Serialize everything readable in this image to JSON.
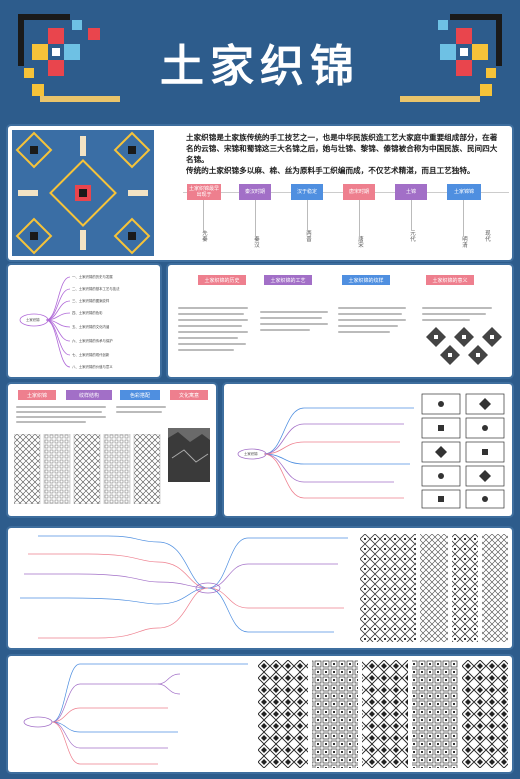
{
  "header": {
    "title": "土家织锦",
    "bg_color": "#2d5c8c"
  },
  "intro": {
    "paragraph": "土家织锦是土家族传统的手工技艺之一，也是中华民族织造工艺大家庭中重要组成部分，在著名的云锦、宋锦和蜀锦这三大名锦之后，她与壮锦、黎锦、傣锦被合称为中国民族、民间四大名锦。",
    "paragraph2": "传统的土家织锦多以麻、棉、丝为原料手工织编而成，不仅艺术精湛，而且工艺独特。"
  },
  "timeline": {
    "boxes": [
      {
        "label": "土家织锦最早出现于",
        "color": "#ee7f8e"
      },
      {
        "label": "秦汉时期",
        "color": "#a26fc7"
      },
      {
        "label": "汉于稳定",
        "color": "#4f8fe0"
      },
      {
        "label": "唐宋时期",
        "color": "#ee7f8e"
      },
      {
        "label": "土锦",
        "color": "#a26fc7"
      },
      {
        "label": "土家锦锦",
        "color": "#4f8fe0"
      }
    ],
    "labels": [
      "先秦",
      "秦汉",
      "两晋",
      "唐宋",
      "元代",
      "明清",
      "现代"
    ]
  },
  "mindmap1": {
    "center": "土家织锦",
    "items": [
      "一、土家织锦的历史与发展",
      "二、土家织锦的基本工艺与技法",
      "三、土家织锦的图案纹样",
      "四、土家织锦的色彩",
      "五、土家织锦的文化内涵",
      "六、土家织锦的传承与保护",
      "七、土家织锦的现代创新",
      "八、土家织锦的价值与意义"
    ]
  },
  "sections": [
    {
      "label": "土家织锦的历史",
      "color": "#ee7f8e"
    },
    {
      "label": "土家织锦的工艺",
      "color": "#a26fc7"
    },
    {
      "label": "土家织锦的纹样",
      "color": "#4f8fe0"
    },
    {
      "label": "土家织锦的意义",
      "color": "#ee7f8e"
    }
  ],
  "panel3": {
    "heads": [
      {
        "label": "土家织锦",
        "color": "#ee7f8e"
      },
      {
        "label": "纹样结构",
        "color": "#a26fc7"
      },
      {
        "label": "色彩搭配",
        "color": "#4f8fe0"
      },
      {
        "label": "文化寓意",
        "color": "#ee7f8e"
      }
    ]
  },
  "mindmap2": {
    "center": "土家织锦"
  }
}
